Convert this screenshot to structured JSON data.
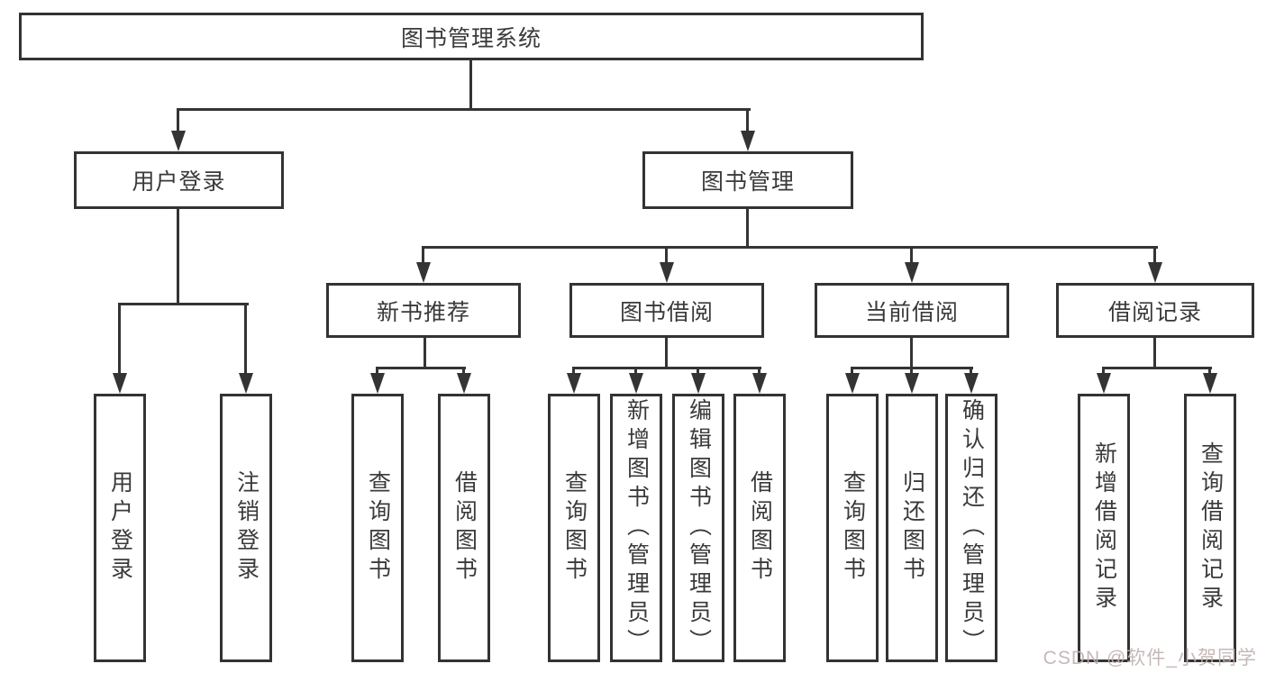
{
  "root": {
    "label": "图书管理系统"
  },
  "level2": [
    {
      "label": "用户登录"
    },
    {
      "label": "图书管理"
    }
  ],
  "level3": [
    {
      "label": "新书推荐"
    },
    {
      "label": "图书借阅"
    },
    {
      "label": "当前借阅"
    },
    {
      "label": "借阅记录"
    }
  ],
  "leaves": [
    {
      "label": "用户登录"
    },
    {
      "label": "注销登录"
    },
    {
      "label": "查询图书"
    },
    {
      "label": "借阅图书"
    },
    {
      "label": "查询图书"
    },
    {
      "label": "新增图书（管理员）"
    },
    {
      "label": "编辑图书（管理员）"
    },
    {
      "label": "借阅图书"
    },
    {
      "label": "查询图书"
    },
    {
      "label": "归还图书"
    },
    {
      "label": "确认归还（管理员）"
    },
    {
      "label": "新增借阅记录"
    },
    {
      "label": "查询借阅记录"
    }
  ],
  "watermark": "CSDN @软件_小贺同学",
  "colors": {
    "line": "#343434",
    "box_border": "#333333",
    "text": "#3a3a3a",
    "watermark": "#c0b1b0"
  }
}
